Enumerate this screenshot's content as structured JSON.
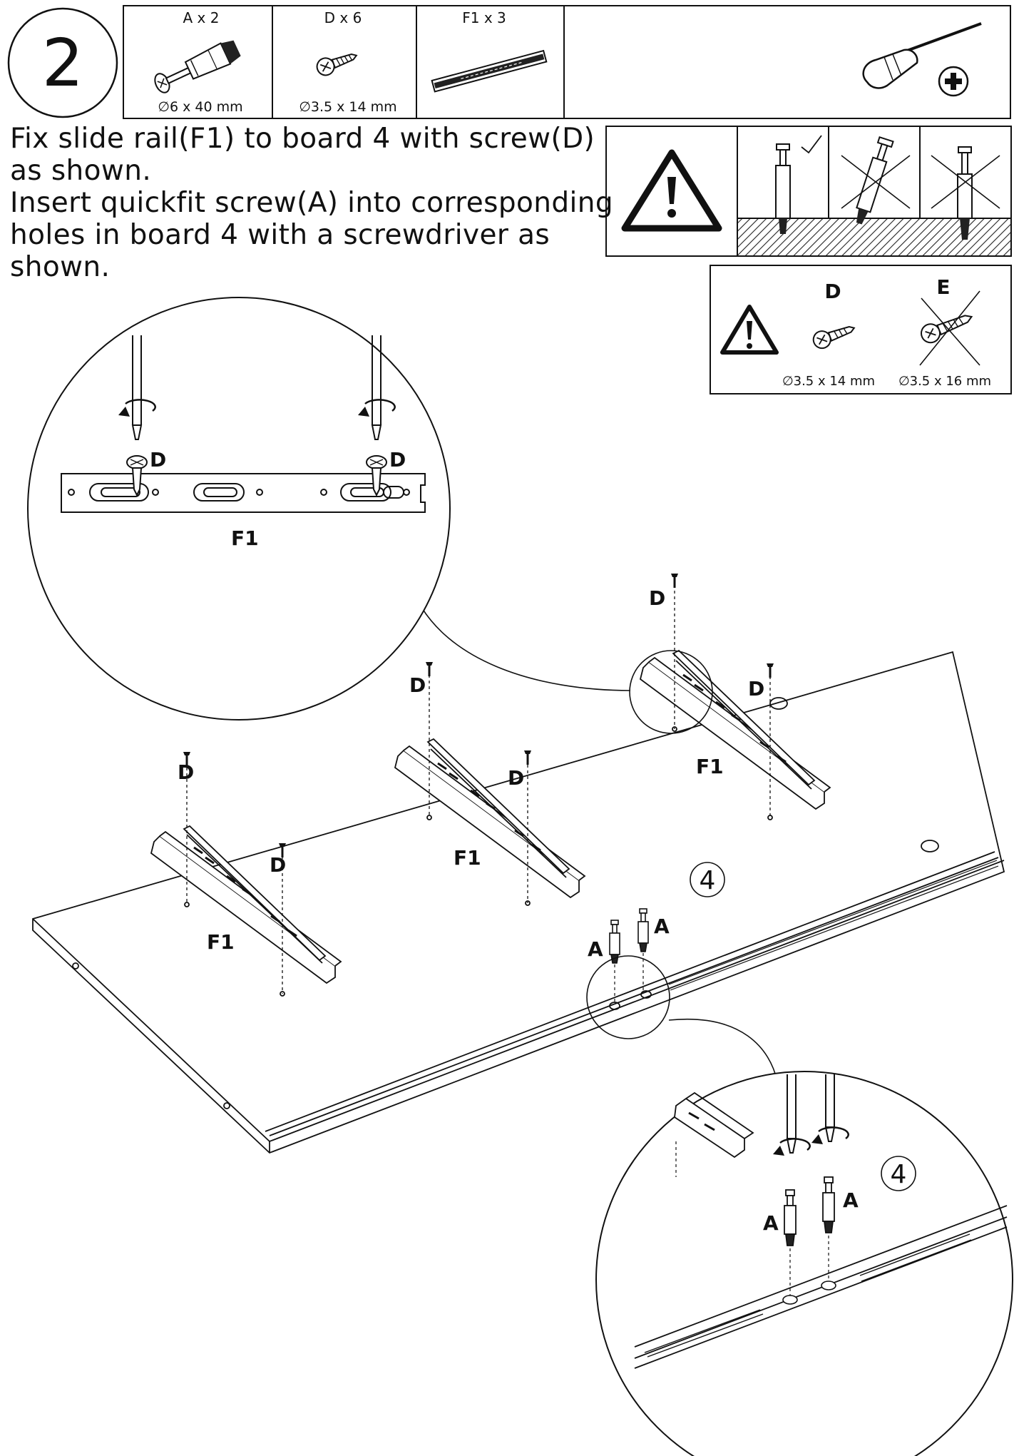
{
  "step": {
    "number": "2"
  },
  "parts": [
    {
      "label": "A x 2",
      "size": "∅6 x 40 mm",
      "icon": "quickfit-screw-icon"
    },
    {
      "label": "D x 6",
      "size": "∅3.5 x 14 mm",
      "icon": "wood-screw-icon"
    },
    {
      "label": "F1 x 3",
      "size": "",
      "icon": "slide-rail-icon"
    }
  ],
  "tool": {
    "icon": "phillips-screwdriver-icon"
  },
  "instructions": [
    "Fix slide rail(F1) to board 4 with screw(D)",
    "as shown.",
    "Insert quickfit screw(A) into corresponding",
    "holes in board 4 with a screwdriver as",
    "shown."
  ],
  "warning_screws": {
    "icon": "warning-icon",
    "options": [
      {
        "label": "D",
        "size": "∅3.5 x 14 mm",
        "status": "correct"
      },
      {
        "label": "E",
        "size": "∅3.5 x 16 mm",
        "status": "wrong"
      }
    ]
  },
  "warning_depth": {
    "icon": "warning-icon",
    "panels": [
      {
        "status": "correct"
      },
      {
        "status": "wrong"
      },
      {
        "status": "wrong"
      }
    ]
  },
  "diagram": {
    "board_label": "4",
    "rail_label": "F1",
    "screw_label": "D",
    "quickfit_label": "A",
    "detail_top": {
      "rail_label": "F1",
      "screw_label": "D"
    },
    "detail_bottom": {
      "board_label": "4",
      "quickfit_label": "A"
    }
  }
}
